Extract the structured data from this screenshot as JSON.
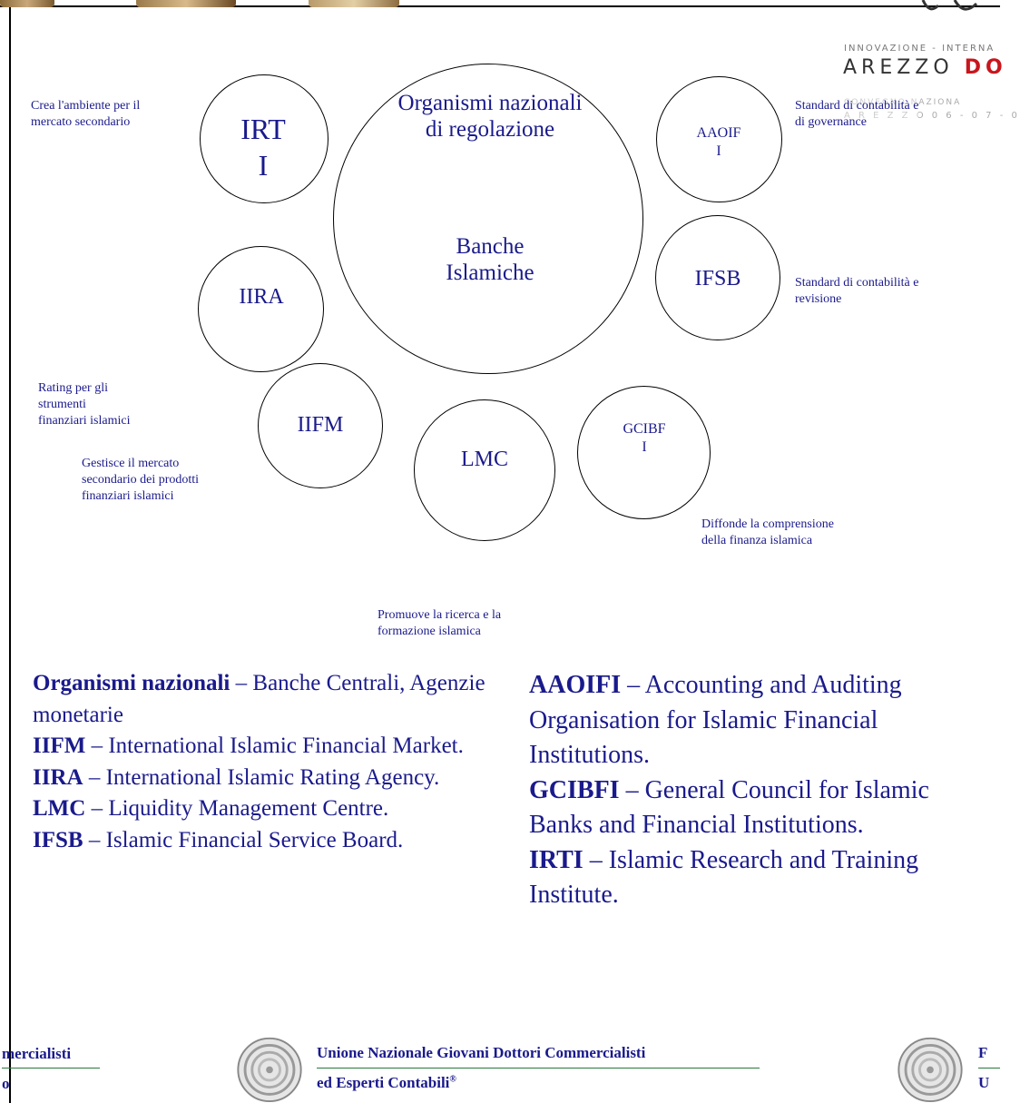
{
  "header": {
    "brand_top": "INNOVAZIONE - INTERNA",
    "brand_main": "AREZZO",
    "brand_main_accent": "DO",
    "brand_sub1": "CONVEGNO   NAZIONA",
    "brand_sub2": "A R E Z Z O  0 6 - 0 7 - 0"
  },
  "diagram": {
    "center": {
      "title": "Organismi nazionali\ndi regolazione",
      "subtitle": "Banche\nIslamiche"
    },
    "nodes": [
      {
        "label": "IRT\nI"
      },
      {
        "label": "AAOIF\nI"
      },
      {
        "label": "IIRA"
      },
      {
        "label": "IFSB"
      },
      {
        "label": "IIFM"
      },
      {
        "label": "LMC"
      },
      {
        "label": "GCIBF\nI"
      }
    ],
    "notes": [
      {
        "text": "Crea l'ambiente per il\nmercato secondario"
      },
      {
        "text": "Standard di contabilità e\ndi governance"
      },
      {
        "text": "Standard di contabilità e\nrevisione"
      },
      {
        "text": "Rating per gli\nstrumenti\nfinanziari islamici"
      },
      {
        "text": "Gestisce il mercato\nsecondario dei prodotti\nfinanziari islamici"
      },
      {
        "text": "Diffonde la comprensione\ndella finanza islamica"
      },
      {
        "text": "Promuove la ricerca e la\nformazione islamica"
      }
    ]
  },
  "legend": {
    "left": [
      {
        "abbr": "Organismi nazionali",
        "sep": " – ",
        "desc": "Banche Centrali, Agenzie monetarie"
      },
      {
        "abbr": "IIFM",
        "sep": " – ",
        "desc": "International Islamic Financial Market."
      },
      {
        "abbr": "IIRA",
        "sep": " – ",
        "desc": "International Islamic Rating Agency."
      },
      {
        "abbr": "LMC",
        "sep": " – ",
        "desc": "Liquidity Management Centre."
      },
      {
        "abbr": "IFSB",
        "sep": " – ",
        "desc": "Islamic Financial Service Board."
      }
    ],
    "right": [
      {
        "abbr": "AAOIFI",
        "sep": " – ",
        "desc": "Accounting and Auditing Organisation for Islamic Financial Institutions."
      },
      {
        "abbr": "GCIBFI",
        "sep": " – ",
        "desc": "General Council for Islamic Banks and Financial Institutions."
      },
      {
        "abbr": "IRTI",
        "sep": " – ",
        "desc": "Islamic Research and Training Institute."
      }
    ]
  },
  "footer": {
    "left_line1": "mercialisti",
    "left_line2": "o",
    "center_line1": "Unione Nazionale Giovani Dottori Commercialisti",
    "center_line2": "ed Esperti Contabili",
    "center_mark": "®",
    "right_line1": "F",
    "right_line2": "U"
  }
}
